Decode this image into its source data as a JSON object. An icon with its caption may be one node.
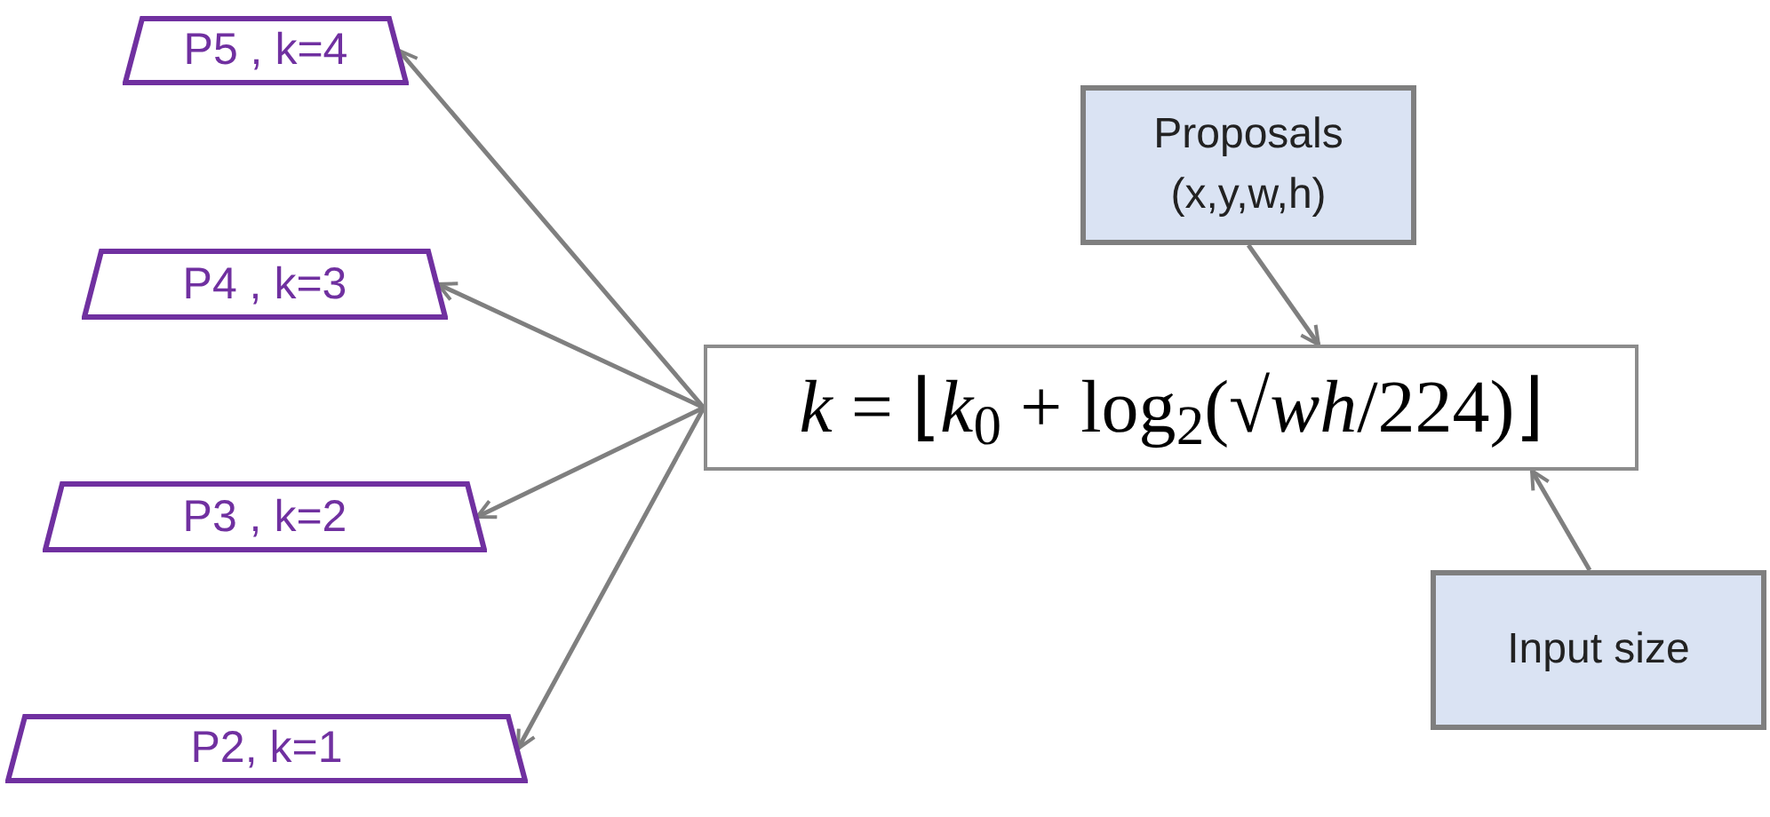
{
  "diagram": {
    "nodes": [
      {
        "text": [
          "P5 , k=4"
        ]
      },
      {
        "text": [
          "P4 , k=3"
        ]
      },
      {
        "text": [
          "P3 , k=2"
        ]
      },
      {
        "text": [
          "P2, k=1"
        ]
      },
      {
        "text": [
          "*k* = ⌊*k*$_{0}$ + log$_{2}$(√*wh*/224)⌋"
        ]
      },
      {
        "text": [
          "Proposals (x,y,w,h)"
        ]
      },
      {
        "text": [
          "Input size"
        ]
      }
    ],
    "edges": [
      {
        "from": 4,
        "to": 0,
        "arrow": "to"
      },
      {
        "from": 4,
        "to": 1,
        "arrow": "to"
      },
      {
        "from": 4,
        "to": 2,
        "arrow": "to"
      },
      {
        "from": 4,
        "to": 3,
        "arrow": "to"
      },
      {
        "from": 5,
        "to": 4,
        "arrow": "to"
      },
      {
        "from": 6,
        "to": 4,
        "arrow": "to"
      }
    ]
  }
}
